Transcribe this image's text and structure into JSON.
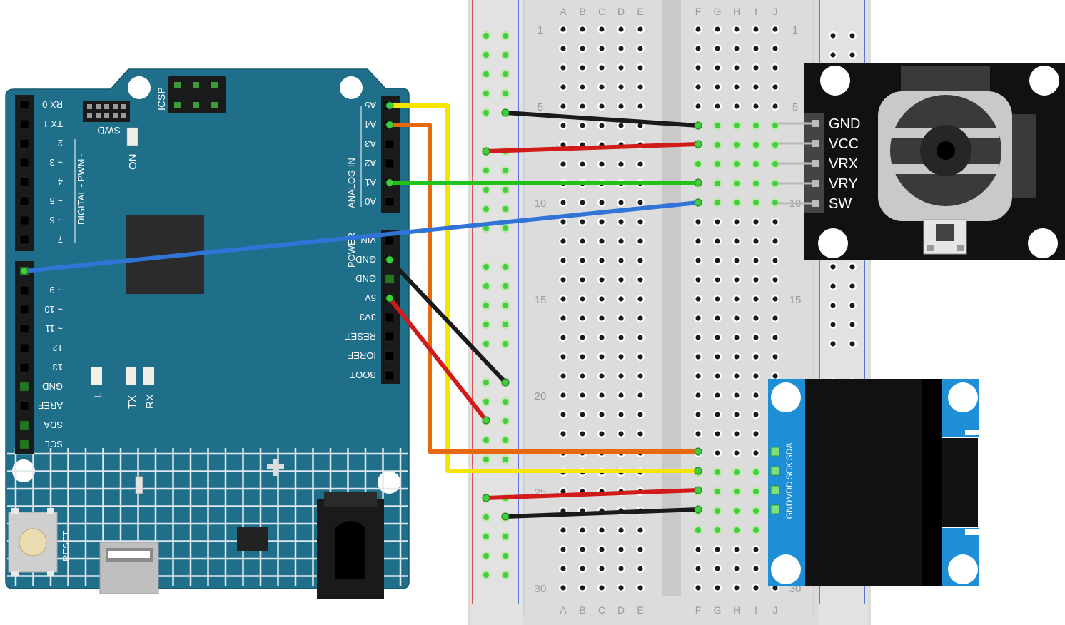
{
  "colors": {
    "board": "#1f6f8b",
    "board_edge": "#17586e",
    "breadboard": "#dcdcdc",
    "breadboard_light": "#e9e9e9",
    "hole": "#1a1a1a",
    "hole_active": "#3fcf3f",
    "rail_red": "#d42a2a",
    "rail_blue": "#2a4fd4",
    "module_black": "#111111",
    "oled_blue": "#1e8ed6",
    "wire_yellow": "#f4e400",
    "wire_orange": "#e8680e",
    "wire_green": "#22c21a",
    "wire_blue": "#2f74d6",
    "wire_red": "#d11b1b",
    "wire_black": "#1a1a1a"
  },
  "arduino": {
    "icsp_label": "ICSP",
    "swd_label": "SWD",
    "on_label": "ON",
    "digital_label": "DIGITAL - PWM~",
    "analog_label": "ANALOG IN",
    "power_label": "POWER",
    "reset_label": "RESET",
    "led_labels": [
      "L",
      "TX",
      "RX"
    ],
    "digital_pins_top": [
      "RX 0",
      "TX 1",
      "2",
      "~ 3",
      "4",
      "~ 5",
      "~ 6",
      "7"
    ],
    "digital_pins_bottom": [
      "~ 9",
      "~ 10",
      "~ 11",
      "12",
      "13",
      "GND",
      "AREF",
      "SDA",
      "SCL"
    ],
    "analog_pins": [
      "A5",
      "A4",
      "A3",
      "A2",
      "A1",
      "A0"
    ],
    "power_pins": [
      "VIN",
      "GND",
      "GND",
      "5V",
      "3V3",
      "RESET",
      "IOREF",
      "BOOT"
    ]
  },
  "breadboard": {
    "columns_left": [
      "A",
      "B",
      "C",
      "D",
      "E"
    ],
    "columns_right": [
      "F",
      "G",
      "H",
      "I",
      "J"
    ],
    "row_numbers": [
      "1",
      "5",
      "10",
      "15",
      "20",
      "25",
      "30"
    ]
  },
  "joystick": {
    "pins": [
      "GND",
      "VCC",
      "VRX",
      "VRY",
      "SW"
    ]
  },
  "oled": {
    "pins": [
      "SDA",
      "SCK",
      "VDD",
      "GND"
    ]
  }
}
